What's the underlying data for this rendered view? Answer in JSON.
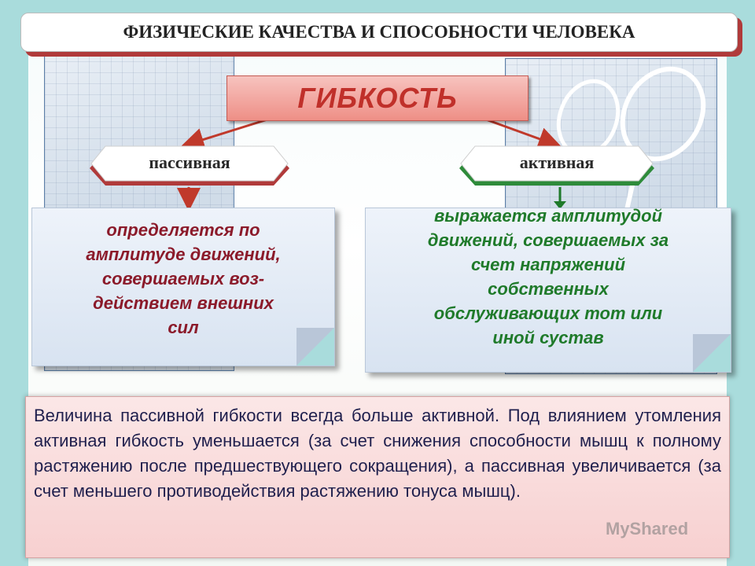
{
  "title": "ФИЗИЧЕСКИЕ КАЧЕСТВА И СПОСОБНОСТИ ЧЕЛОВЕКА",
  "main_concept": "ГИБКОСТЬ",
  "passive": {
    "label": "пассивная",
    "description": "определяется по амплитуде движений, совершаемых воз-действием внешних сил",
    "lines": [
      "определяется по",
      "амплитуде движений,",
      "совершаемых воз-",
      "действием внешних",
      "сил"
    ]
  },
  "active": {
    "label": "активная",
    "description": "выражается амплитудой движений, совершаемых за счет напряжений собственных обслуживающих тот или иной сустав",
    "lines": [
      "выражается амплитудой",
      "движений,  совершаемых за",
      "счет напряжений",
      "собственных",
      "обслуживающих тот или",
      "иной сустав"
    ]
  },
  "note": "Величина пассивной гибкости всегда больше активной. Под влиянием утомления активная гибкость уменьшается (за счет снижения способности мышц к полному растяжению после предшествующего сокращения), а пассивная увеличивается (за счет меньшего противодействия растяжению тонуса мышц).",
  "watermark": "MyShared",
  "colors": {
    "background": "#a9dcdc",
    "title_shadow": "#b03a3a",
    "main_text": "#c0302a",
    "passive_text": "#8b1a2a",
    "active_text": "#1f7a2a",
    "passive_hex_accent": "#b03a3a",
    "active_hex_accent": "#2e8b3a",
    "arrow": "#c0392b"
  },
  "icons": [
    "volleyball-photo",
    "tennis-photo"
  ]
}
